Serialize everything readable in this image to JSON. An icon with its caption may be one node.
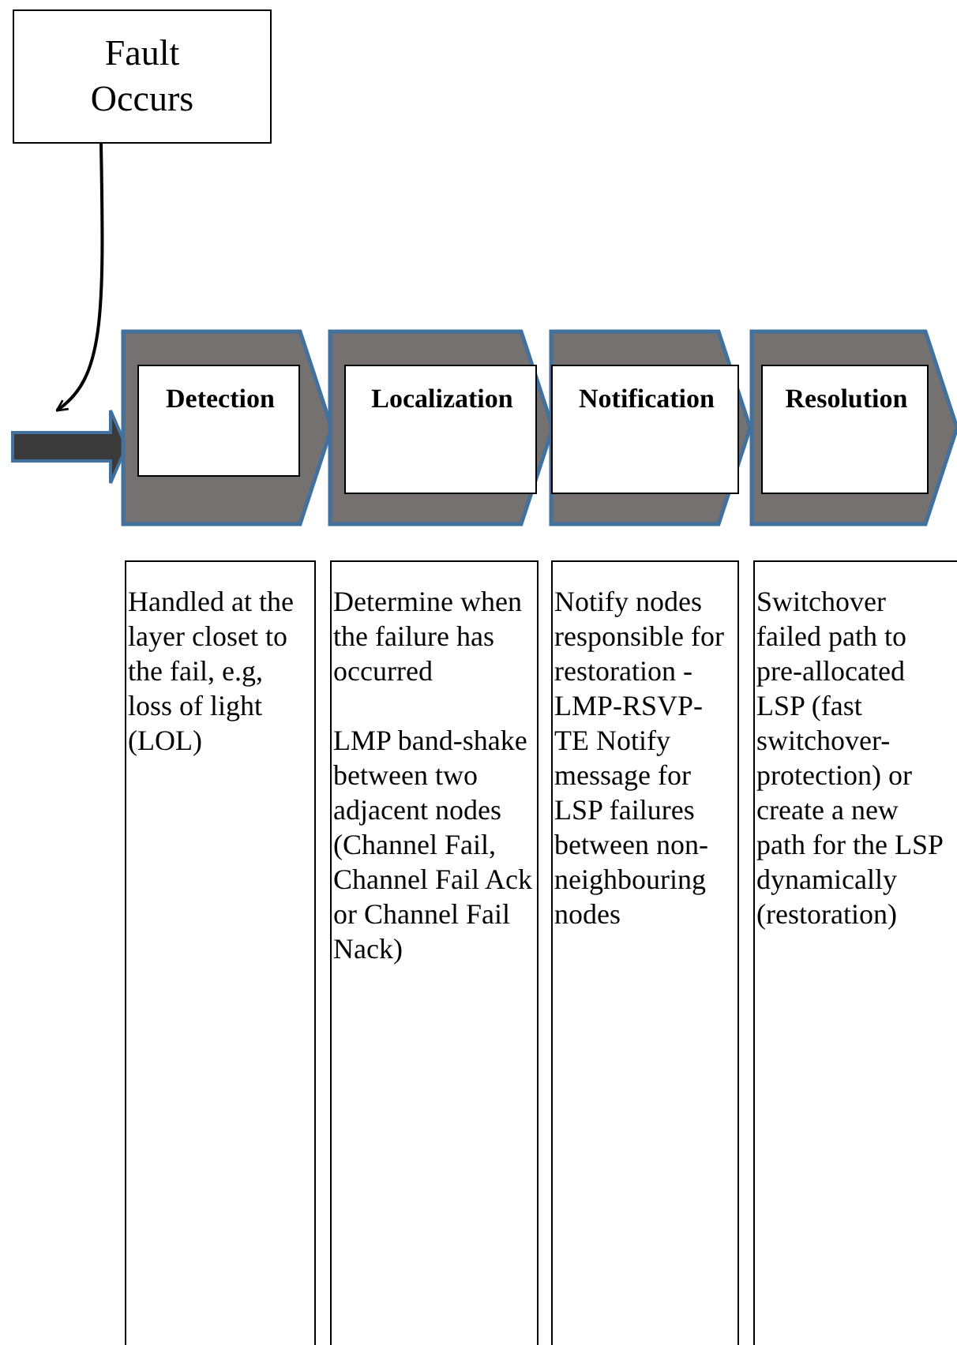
{
  "diagram": {
    "nodes": [
      {
        "text": [
          "Fault Occurs"
        ]
      },
      {
        "text": [],
        "shape": "arrow"
      },
      {
        "text": [],
        "shape": "chevron"
      },
      {
        "text": [
          "Detection"
        ],
        "in": 2
      },
      {
        "text": [],
        "shape": "chevron"
      },
      {
        "text": [
          "Localization"
        ],
        "in": 4
      },
      {
        "text": [],
        "shape": "chevron"
      },
      {
        "text": [
          "Notification"
        ],
        "in": 6
      },
      {
        "text": [],
        "shape": "chevron"
      },
      {
        "text": [
          "Resolution"
        ],
        "in": 8
      },
      {
        "text": [
          "Handled at the layer closet to the fail, e.g, loss of light (LOL)"
        ]
      },
      {
        "text": [
          "Determine when the failure has occurred",
          "LMP band-shake between two adjacent nodes (Channel Fail, Channel Fail Ack or Channel Fail Nack)"
        ]
      },
      {
        "text": [
          "Notify nodes responsible for restoration -LMP-RSVP-TE Notify message for LSP failures between non-neighbouring nodes"
        ]
      },
      {
        "text": [
          "Switchover failed path to pre-allocated LSP (fast switchover-protection) or create a new path for the LSP dynamically (restoration)"
        ]
      }
    ],
    "edges": [
      {
        "from": 0,
        "to": 1,
        "arrow": "to"
      }
    ]
  }
}
